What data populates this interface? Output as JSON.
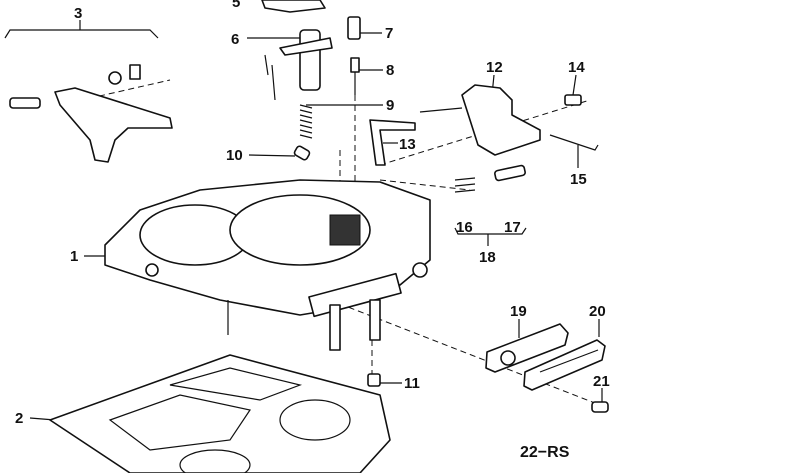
{
  "diagram": {
    "title": "Carburetor exploded parts diagram",
    "labels": {
      "p1": "1",
      "p2": "2",
      "p3": "3",
      "p5": "5",
      "p6": "6",
      "p7": "7",
      "p8": "8",
      "p9": "9",
      "p10": "10",
      "p11": "11",
      "p12": "12",
      "p13": "13",
      "p14": "14",
      "p15": "15",
      "p16": "16",
      "p17": "17",
      "p18": "18",
      "p19": "19",
      "p20": "20",
      "p21": "21"
    },
    "code": "22−RS"
  }
}
